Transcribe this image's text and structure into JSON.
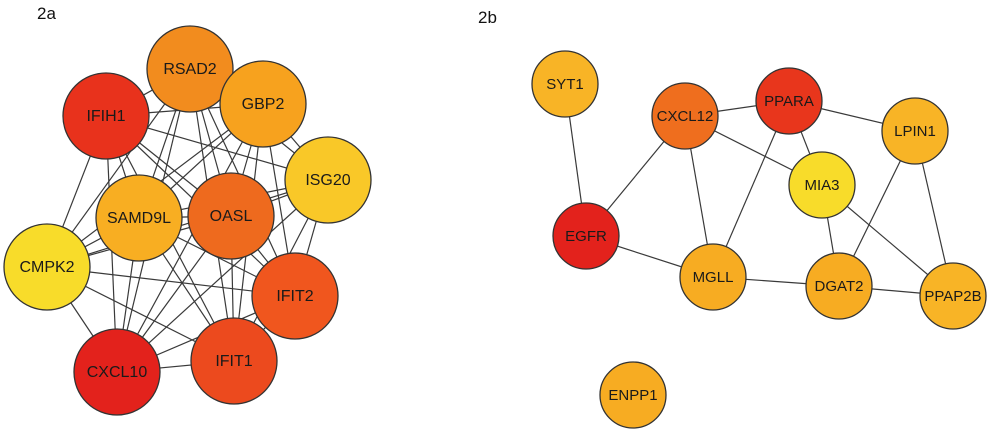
{
  "panels": {
    "a": {
      "label": "2a",
      "nodes": [
        {
          "id": "RSAD2",
          "label": "RSAD2",
          "color": "#F28C1E"
        },
        {
          "id": "GBP2",
          "label": "GBP2",
          "color": "#F7A21E"
        },
        {
          "id": "IFIH1",
          "label": "IFIH1",
          "color": "#E8321C"
        },
        {
          "id": "ISG20",
          "label": "ISG20",
          "color": "#F9C828"
        },
        {
          "id": "SAMD9L",
          "label": "SAMD9L",
          "color": "#F8AE22"
        },
        {
          "id": "OASL",
          "label": "OASL",
          "color": "#EE6A1E"
        },
        {
          "id": "CMPK2",
          "label": "CMPK2",
          "color": "#F8DC2A"
        },
        {
          "id": "IFIT2",
          "label": "IFIT2",
          "color": "#F0561E"
        },
        {
          "id": "CXCL10",
          "label": "CXCL10",
          "color": "#E3221C"
        },
        {
          "id": "IFIT1",
          "label": "IFIT1",
          "color": "#EC4A1E"
        }
      ]
    },
    "b": {
      "label": "2b",
      "nodes": [
        {
          "id": "SYT1",
          "label": "SYT1",
          "color": "#F8B426"
        },
        {
          "id": "CXCL12",
          "label": "CXCL12",
          "color": "#EF6E1E"
        },
        {
          "id": "PPARA",
          "label": "PPARA",
          "color": "#E8361C"
        },
        {
          "id": "LPIN1",
          "label": "LPIN1",
          "color": "#F8B426"
        },
        {
          "id": "MIA3",
          "label": "MIA3",
          "color": "#F8DC2A"
        },
        {
          "id": "EGFR",
          "label": "EGFR",
          "color": "#E3221C"
        },
        {
          "id": "MGLL",
          "label": "MGLL",
          "color": "#F7AC22"
        },
        {
          "id": "DGAT2",
          "label": "DGAT2",
          "color": "#F7AC22"
        },
        {
          "id": "PPAP2B",
          "label": "PPAP2B",
          "color": "#F8B426"
        },
        {
          "id": "ENPP1",
          "label": "ENPP1",
          "color": "#F7AC22"
        }
      ],
      "edges": [
        [
          "SYT1",
          "EGFR"
        ],
        [
          "CXCL12",
          "EGFR"
        ],
        [
          "CXCL12",
          "PPARA"
        ],
        [
          "CXCL12",
          "MIA3"
        ],
        [
          "CXCL12",
          "MGLL"
        ],
        [
          "PPARA",
          "LPIN1"
        ],
        [
          "PPARA",
          "MIA3"
        ],
        [
          "PPARA",
          "MGLL"
        ],
        [
          "LPIN1",
          "DGAT2"
        ],
        [
          "LPIN1",
          "PPAP2B"
        ],
        [
          "MIA3",
          "DGAT2"
        ],
        [
          "MIA3",
          "PPAP2B"
        ],
        [
          "EGFR",
          "MGLL"
        ],
        [
          "MGLL",
          "DGAT2"
        ],
        [
          "DGAT2",
          "PPAP2B"
        ]
      ]
    }
  }
}
